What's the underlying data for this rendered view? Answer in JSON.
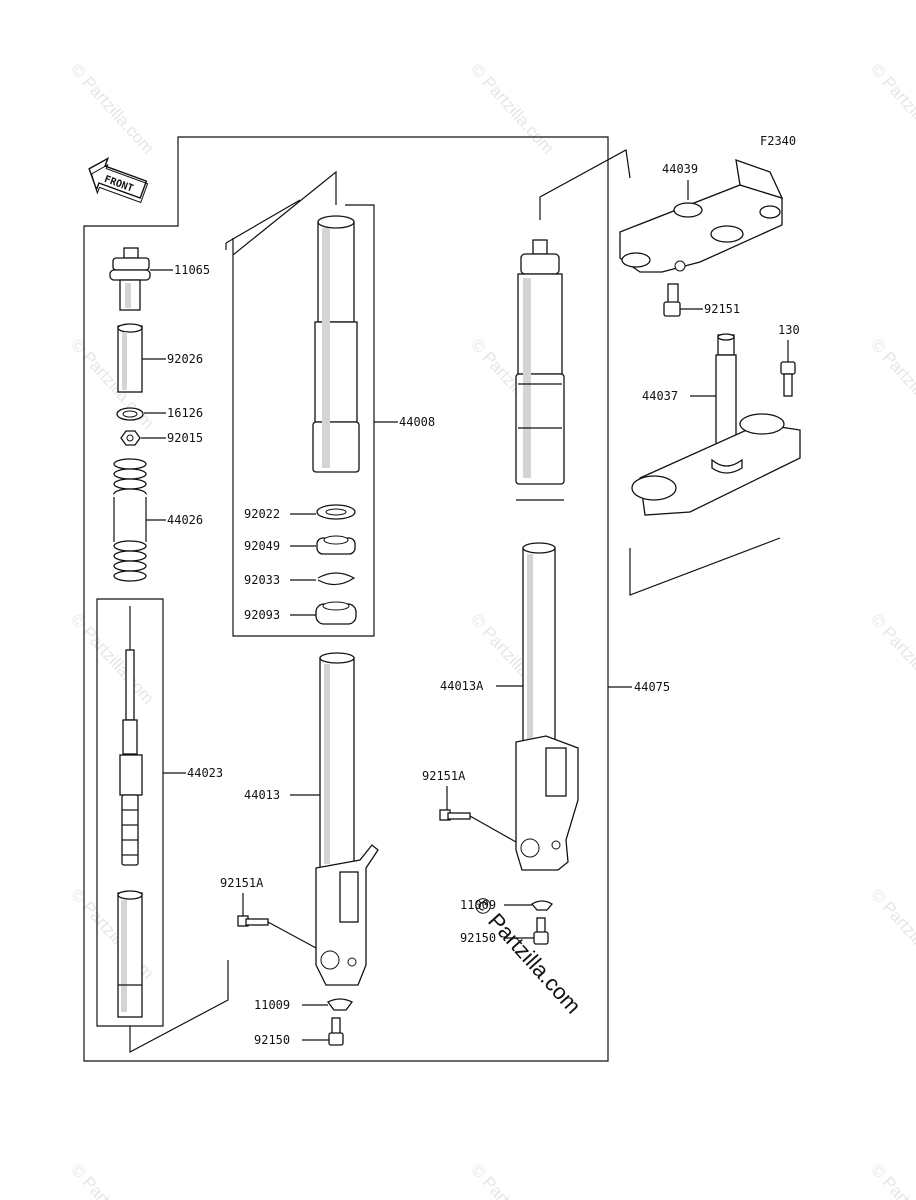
{
  "diagram_code": "F2340",
  "front_label": "FRONT",
  "watermark": "© Partzilla.com",
  "parts": {
    "p11065": "11065",
    "p92026": "92026",
    "p16126": "16126",
    "p92015": "92015",
    "p44026": "44026",
    "p44023": "44023",
    "p44008": "44008",
    "p92022": "92022",
    "p92049": "92049",
    "p92033": "92033",
    "p92093": "92093",
    "p44013": "44013",
    "p92151A_left": "92151A",
    "p11009_left": "11009",
    "p92150_left": "92150",
    "p44013A": "44013A",
    "p44075": "44075",
    "p92151A_right": "92151A",
    "p11009_right": "11009",
    "p92150_right": "92150",
    "p44039": "44039",
    "p92151": "92151",
    "p130": "130",
    "p44037": "44037"
  }
}
